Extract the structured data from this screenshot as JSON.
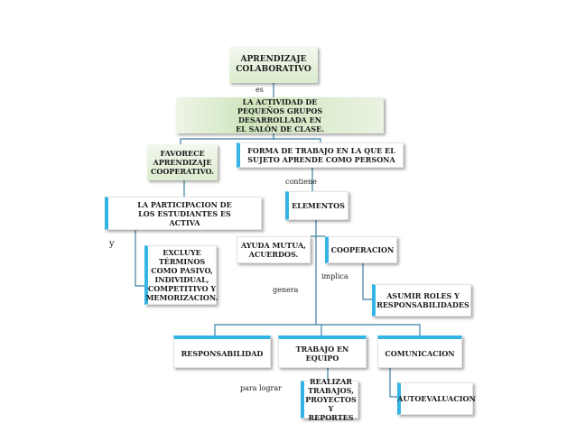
{
  "nodes": {
    "root": "APRENDIZAJE COLABORATIVO",
    "actividad": "LA ACTIVIDAD DE PEQUEÑOS GRUPOS DESARROLLADA EN EL SALÓN DE CLASE.",
    "favorece": "FAVORECE APRENDIZAJE COOPERATIVO.",
    "forma": "FORMA DE TRABAJO EN LA QUE EL SUJETO APRENDE COMO PERSONA",
    "participacion": "LA PARTICIPACION DE LOS ESTUDIANTES ES ACTIVA",
    "elementos": "ELEMENTOS",
    "ayuda": "AYUDA MUTUA, ACUERDOS.",
    "cooperacion": "COOPERACION",
    "excluye": "EXCLUYE TÉRMINOS COMO PASIVO, INDIVIDUAL, COMPETITIVO Y MEMORIZACION.",
    "asumir": "ASUMIR ROLES Y RESPONSABILIDADES",
    "responsabilidad": "RESPONSABILIDAD",
    "trabajo": "TRABAJO EN EQUIPO",
    "comunicacion": "COMUNICACION",
    "realizar": "REALIZAR TRABAJOS, PROYECTOS Y REPORTES",
    "autoevaluacion": "AUTOEVALUACION"
  },
  "connectors": {
    "es": "es",
    "contiene": "contiene",
    "y": "y",
    "implica": "implica",
    "genera": "genera",
    "para_lograr": "para lograr"
  },
  "colors": {
    "line": "#3a7fa0",
    "accent": "#35b5e5",
    "green_fill": "#dceccf"
  }
}
